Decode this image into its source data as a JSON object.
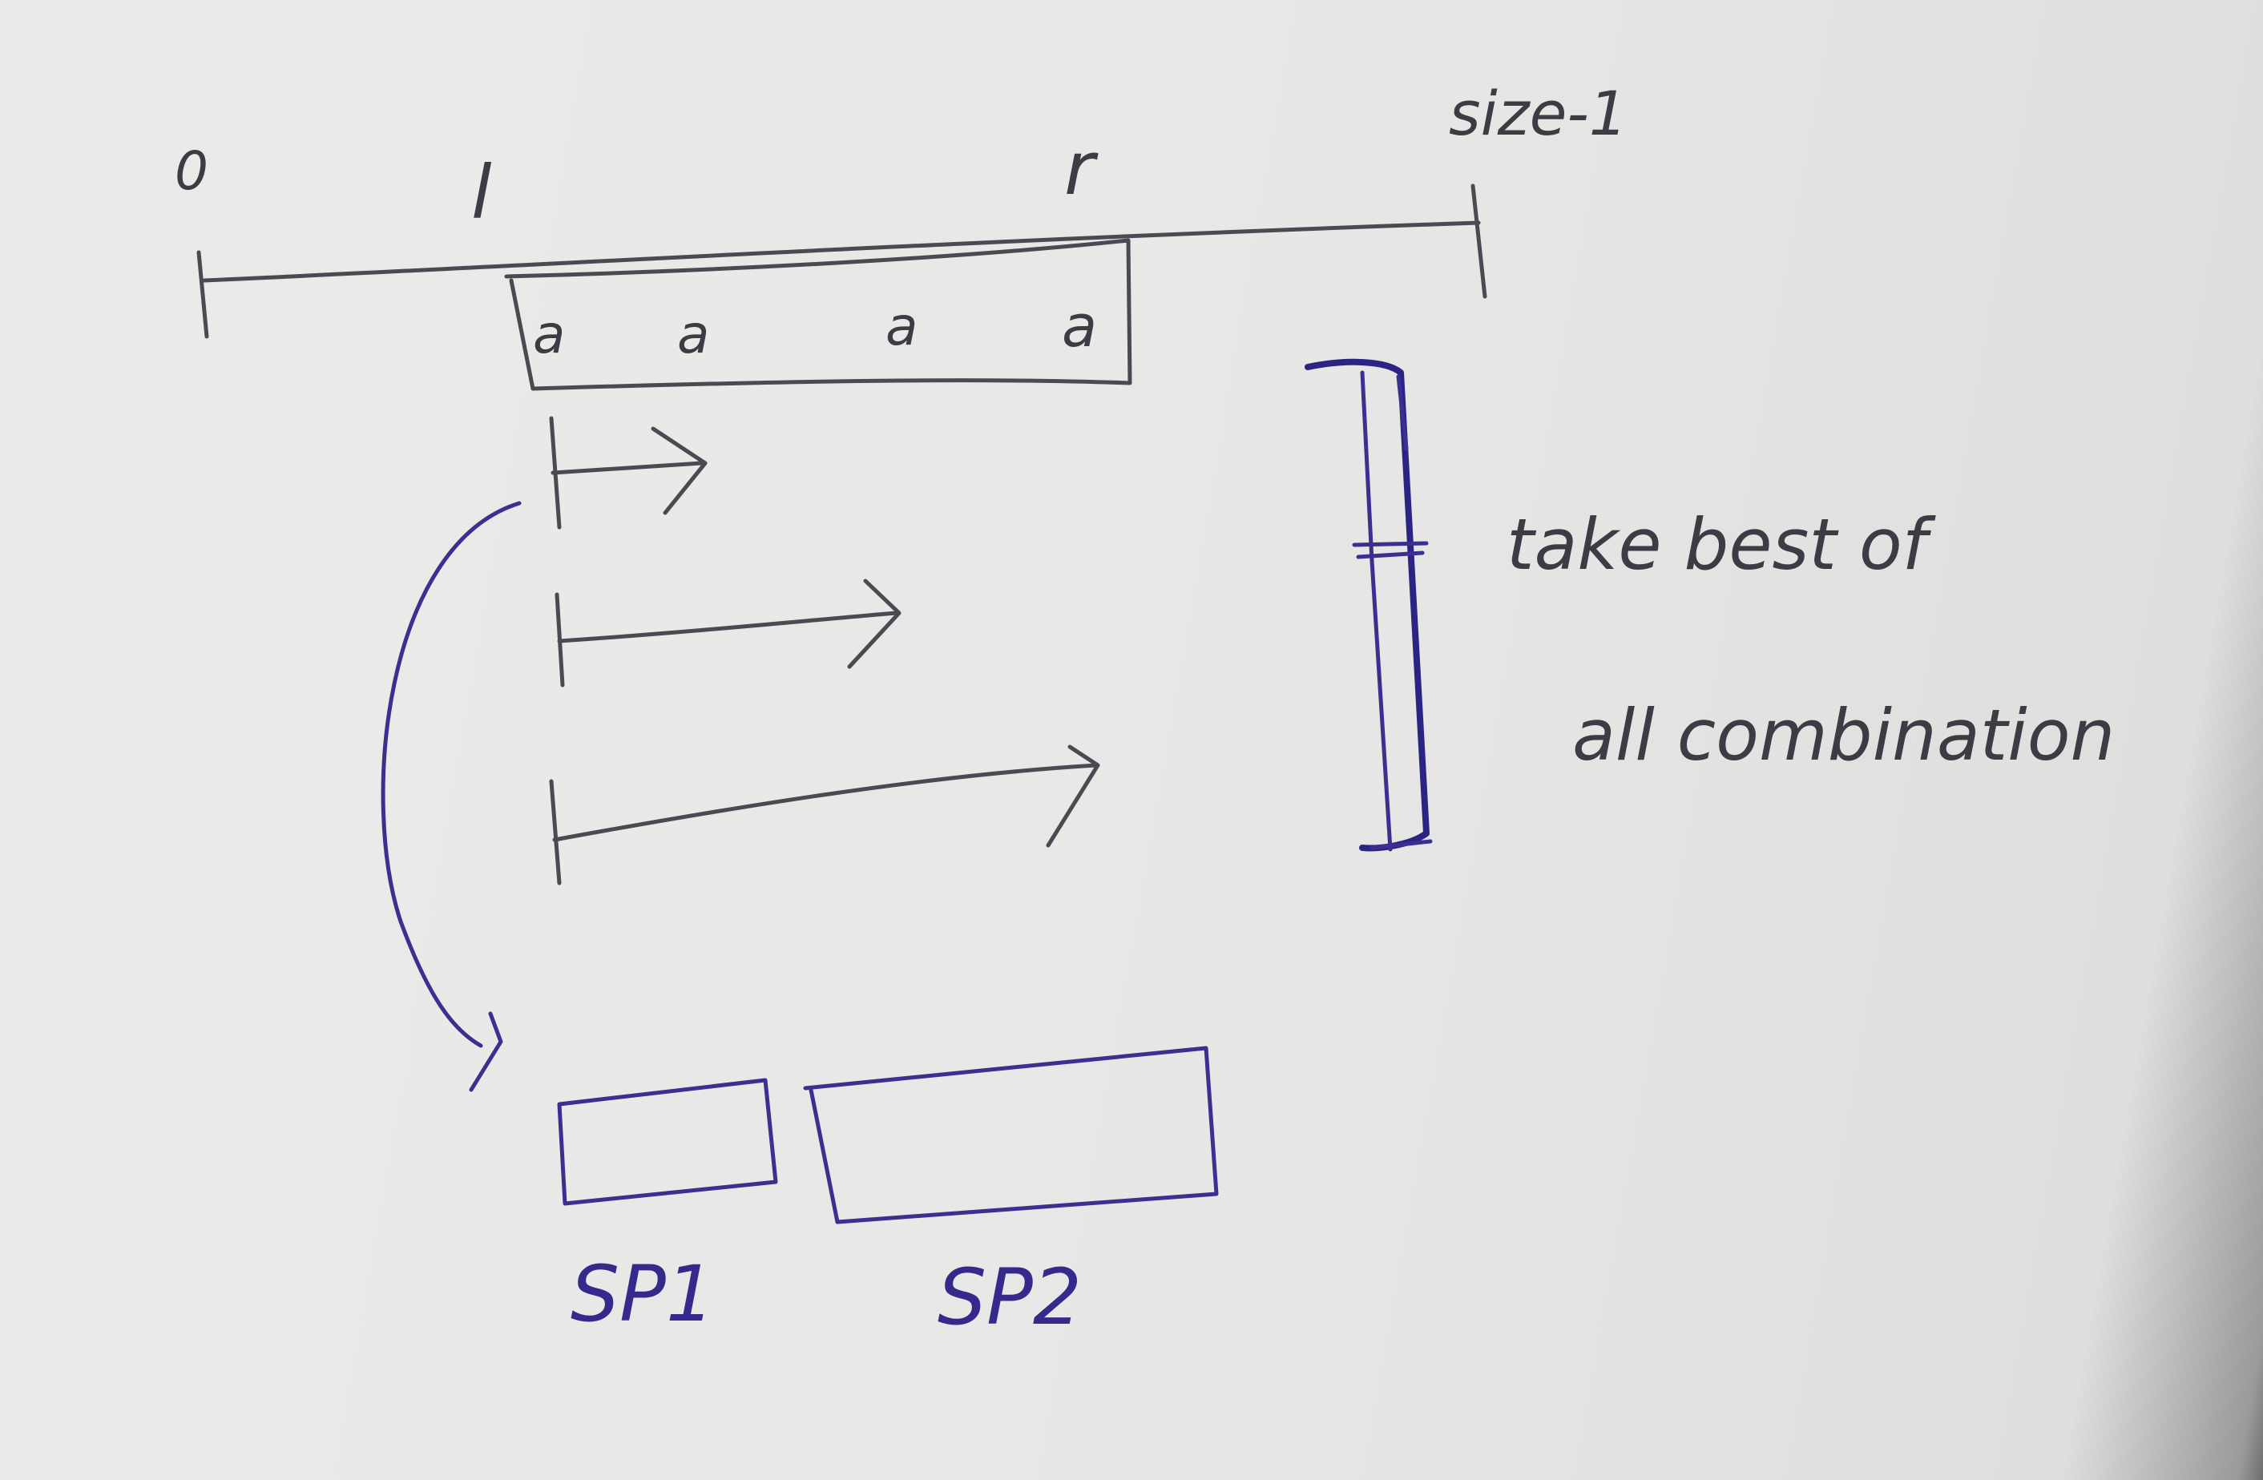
{
  "number_line": {
    "start_label": "0",
    "left_label": "l",
    "right_label": "r",
    "end_label": "size-1"
  },
  "window": {
    "cells": [
      "a",
      "a",
      "a",
      "a"
    ]
  },
  "annotation": {
    "line1": "take best of",
    "line2": "all combination"
  },
  "subproblems": {
    "first": "SP1",
    "second": "SP2"
  },
  "colors": {
    "pencil": "#4d4953",
    "blue_ink": "#3b2f8f"
  }
}
